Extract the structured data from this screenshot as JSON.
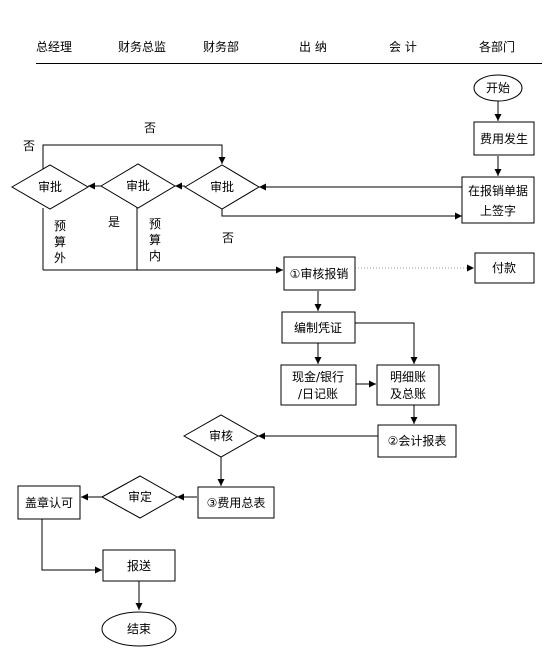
{
  "departments": [
    "总经理",
    "财务总监",
    "财务部",
    "出 纳",
    "会 计",
    "各部门"
  ],
  "nodes": {
    "start": "开始",
    "expense_occurs": "费用发生",
    "fill_form": [
      "在报销单据",
      "上签字"
    ],
    "approve_finance_dept": "审批",
    "approve_cfo": "审批",
    "approve_gm": "审批",
    "review_claim": "①审核报销",
    "payment": "付款",
    "prepare_voucher": "编制凭证",
    "cash_journal": [
      "现金/银行",
      "/日记账"
    ],
    "ledger": [
      "明细账",
      "及总账"
    ],
    "accounting_report": "②会计报表",
    "audit": "审核",
    "expense_summary": "③费用总表",
    "verify": "审定",
    "seal_approve": "盖章认可",
    "submit": "报送",
    "end": "结束"
  },
  "edge_labels": {
    "no_top": "否",
    "no_left": "否",
    "no_bottom": "否",
    "yes": "是",
    "over_budget": [
      "预",
      "算",
      "外"
    ],
    "within_budget": [
      "预",
      "算",
      "内"
    ]
  },
  "colors": {
    "line": "#000000",
    "dotted": "#999999",
    "fill": "#ffffff"
  }
}
